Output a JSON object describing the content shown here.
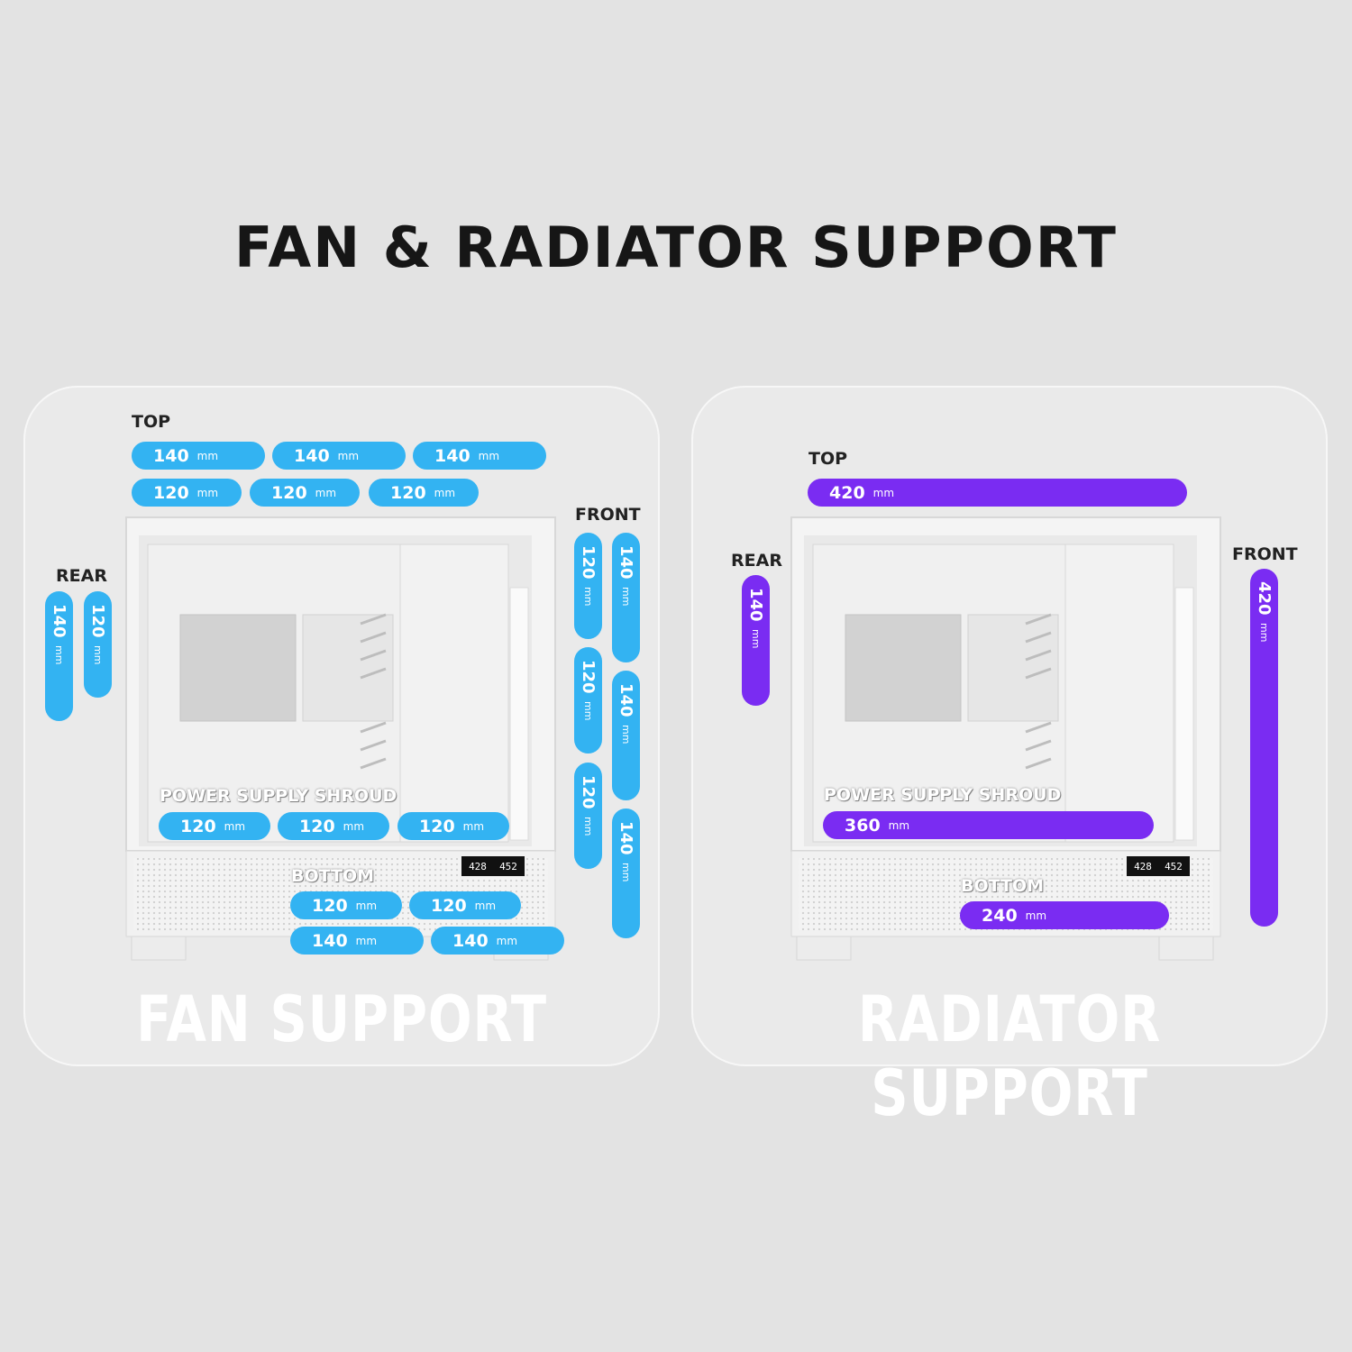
{
  "title": "FAN & RADIATOR SUPPORT",
  "colors": {
    "fan": "#33b3f2",
    "radiator": "#7a2cf2",
    "background": "#e3e3e3"
  },
  "fan_support": {
    "heading": "FAN SUPPORT",
    "top_label": "TOP",
    "top_row1": [
      {
        "value": "140",
        "unit": "mm"
      },
      {
        "value": "140",
        "unit": "mm"
      },
      {
        "value": "140",
        "unit": "mm"
      }
    ],
    "top_row2": [
      {
        "value": "120",
        "unit": "mm"
      },
      {
        "value": "120",
        "unit": "mm"
      },
      {
        "value": "120",
        "unit": "mm"
      }
    ],
    "rear_label": "REAR",
    "rear": [
      {
        "value": "140",
        "unit": "mm"
      },
      {
        "value": "120",
        "unit": "mm"
      }
    ],
    "front_label": "FRONT",
    "front_col1": [
      {
        "value": "120",
        "unit": "mm"
      },
      {
        "value": "120",
        "unit": "mm"
      },
      {
        "value": "120",
        "unit": "mm"
      }
    ],
    "front_col2": [
      {
        "value": "140",
        "unit": "mm"
      },
      {
        "value": "140",
        "unit": "mm"
      },
      {
        "value": "140",
        "unit": "mm"
      }
    ],
    "shroud_label": "POWER SUPPLY SHROUD",
    "shroud": [
      {
        "value": "120",
        "unit": "mm"
      },
      {
        "value": "120",
        "unit": "mm"
      },
      {
        "value": "120",
        "unit": "mm"
      }
    ],
    "bottom_label": "BOTTOM",
    "bottom_row1": [
      {
        "value": "120",
        "unit": "mm"
      },
      {
        "value": "120",
        "unit": "mm"
      }
    ],
    "bottom_row2": [
      {
        "value": "140",
        "unit": "mm"
      },
      {
        "value": "140",
        "unit": "mm"
      }
    ]
  },
  "radiator_support": {
    "heading": "RADIATOR SUPPORT",
    "top_label": "TOP",
    "top": {
      "value": "420",
      "unit": "mm"
    },
    "rear_label": "REAR",
    "rear": {
      "value": "140",
      "unit": "mm"
    },
    "front_label": "FRONT",
    "front": {
      "value": "420",
      "unit": "mm"
    },
    "shroud_label": "POWER SUPPLY SHROUD",
    "shroud": {
      "value": "360",
      "unit": "mm"
    },
    "bottom_label": "BOTTOM",
    "bottom": {
      "value": "240",
      "unit": "mm"
    }
  },
  "display": {
    "left": "428",
    "right": "452"
  }
}
